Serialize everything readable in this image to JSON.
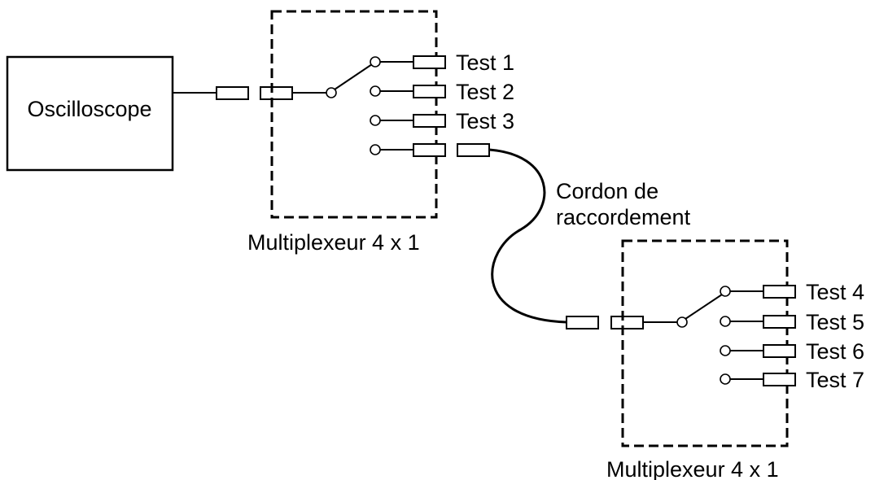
{
  "oscilloscope": {
    "label": "Oscilloscope"
  },
  "multiplexer_top": {
    "label": "Multiplexeur 4 x 1",
    "channels": [
      "Test 1",
      "Test 2",
      "Test 3"
    ]
  },
  "cable": {
    "label_line1": "Cordon de",
    "label_line2": "raccordement"
  },
  "multiplexer_bottom": {
    "label": "Multiplexeur 4 x 1",
    "channels": [
      "Test 4",
      "Test 5",
      "Test 6",
      "Test 7"
    ]
  }
}
